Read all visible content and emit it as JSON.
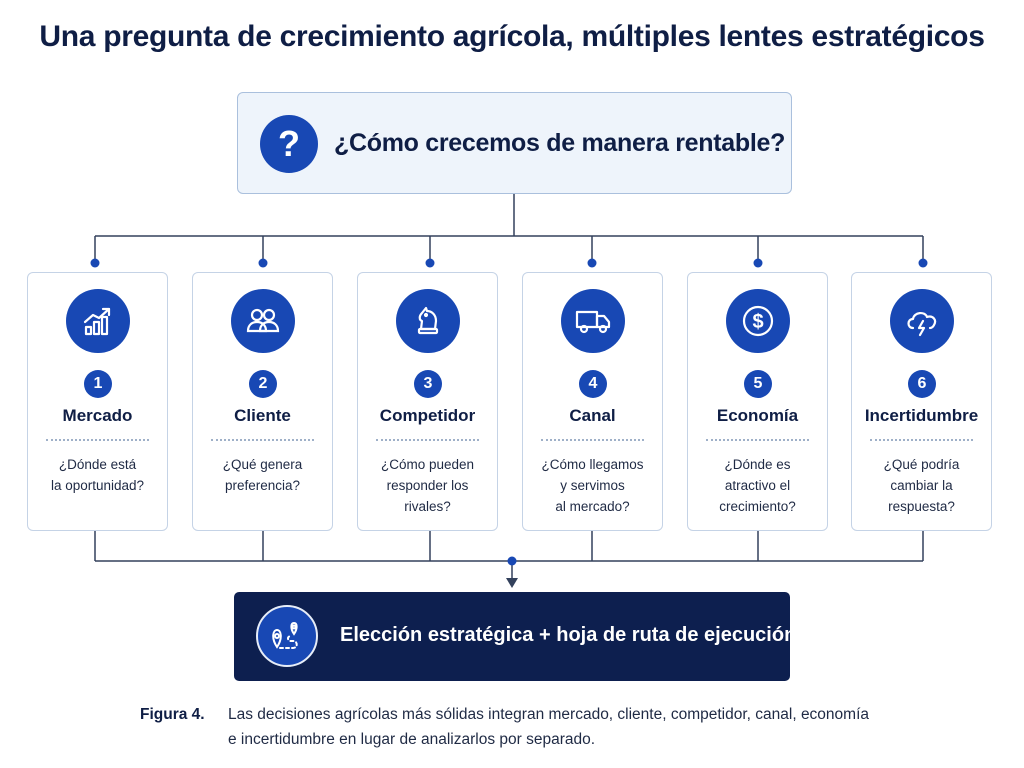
{
  "title": "Una pregunta de crecimiento agrícola, múltiples lentes estratégicos",
  "central_question": {
    "icon": "question-icon",
    "icon_glyph": "?",
    "text": "¿Cómo crecemos de manera rentable?"
  },
  "lenses": [
    {
      "number": "1",
      "title": "Mercado",
      "question": "¿Dónde está\nla oportunidad?",
      "icon": "growth-chart-icon"
    },
    {
      "number": "2",
      "title": "Cliente",
      "question": "¿Qué genera\npreferencia?",
      "icon": "users-icon"
    },
    {
      "number": "3",
      "title": "Competidor",
      "question": "¿Cómo pueden\nresponder los\nrivales?",
      "icon": "chess-knight-icon"
    },
    {
      "number": "4",
      "title": "Canal",
      "question": "¿Cómo llegamos\ny servimos\nal mercado?",
      "icon": "delivery-truck-icon"
    },
    {
      "number": "5",
      "title": "Economía",
      "question": "¿Dónde es\natractivo el\ncrecimiento?",
      "icon": "dollar-icon"
    },
    {
      "number": "6",
      "title": "Incertidumbre",
      "question": "¿Qué podría\ncambiar la\nrespuesta?",
      "icon": "storm-cloud-icon"
    }
  ],
  "result": {
    "icon": "route-map-icon",
    "text": "Elección estratégica + hoja de ruta de ejecución"
  },
  "caption": {
    "label": "Figura 4.",
    "text": "Las decisiones agrícolas más sólidas integran mercado, cliente, competidor, canal, economía e incertidumbre en lugar de analizarlos por separado."
  },
  "colors": {
    "primary_blue": "#1848b4",
    "navy": "#0d1f4f",
    "title_text": "#0f1e45",
    "connector": "#33415c",
    "question_box_bg": "#eef4fb",
    "card_border": "#c5d3e6"
  }
}
